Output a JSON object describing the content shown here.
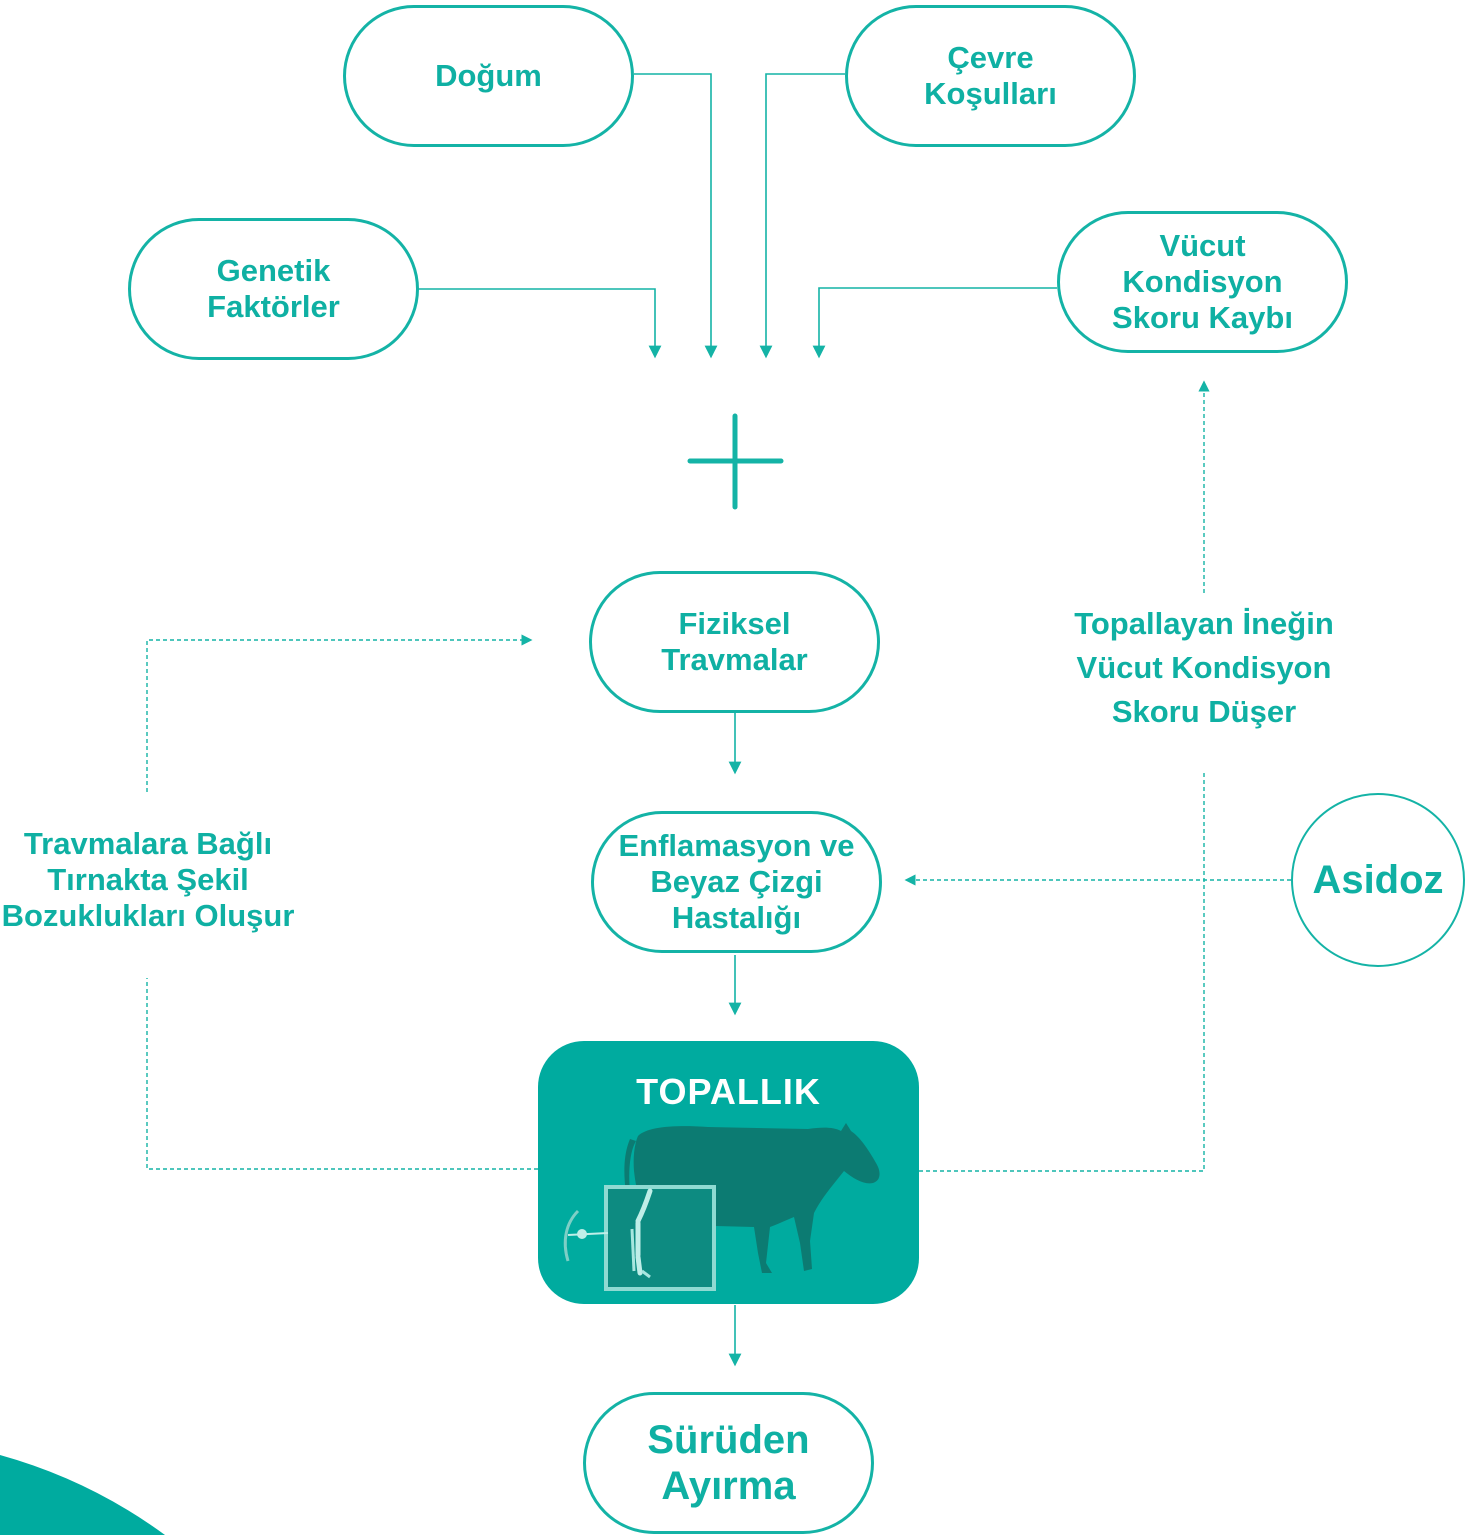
{
  "nodes": {
    "dogum": "Doğum",
    "cevre": [
      "Çevre",
      "Koşulları"
    ],
    "genetik": [
      "Genetik",
      "Faktörler"
    ],
    "vucut": [
      "Vücut",
      "Kondisyon",
      "Skoru Kaybı"
    ],
    "fiziksel": [
      "Fiziksel",
      "Travmalar"
    ],
    "enflamasyon": [
      "Enflamasyon ve",
      "Beyaz Çizgi",
      "Hastalığı"
    ],
    "topallik": "TOPALLIK",
    "suruden": [
      "Sürüden",
      "Ayırma"
    ],
    "asidoz": "Asidoz"
  },
  "labels": {
    "right": [
      "Topallayan İneğin",
      "Vücut Kondisyon",
      "Skoru Düşer"
    ],
    "left": [
      "Travmalara Bağlı",
      "Tırnakta Şekil",
      "Bozuklukları Oluşur"
    ]
  },
  "colors": {
    "accent": "#14b3a6",
    "topallik_fill": "#00ab9f",
    "cow": "#0c7b72"
  },
  "icons": [
    "plus-icon",
    "cow-icon",
    "x-ray-icon"
  ]
}
